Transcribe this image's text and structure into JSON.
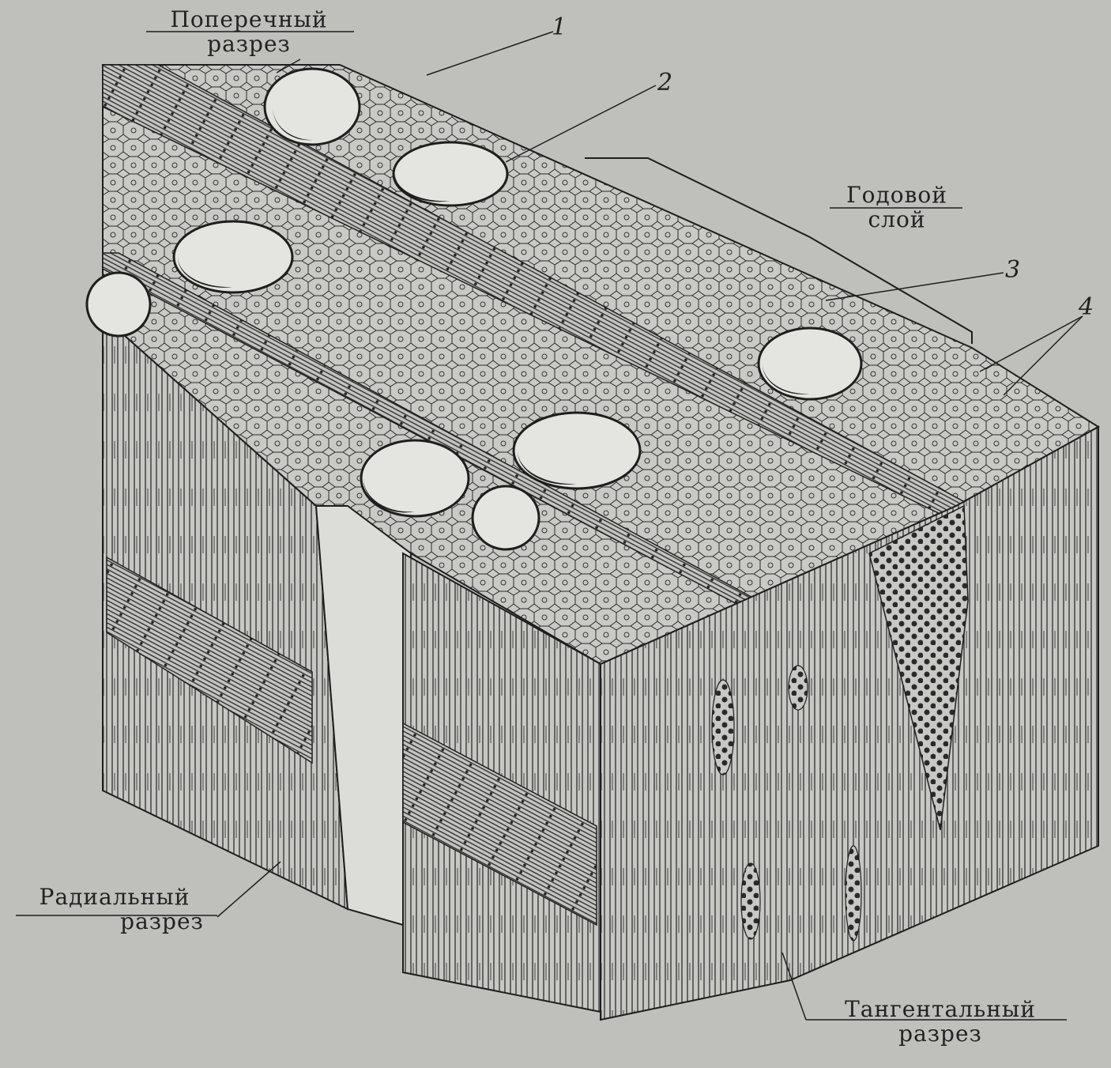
{
  "labels": {
    "cross_section": [
      "Поперечный",
      "разрез"
    ],
    "annual_layer": [
      "Годовой",
      "слой"
    ],
    "radial_section": [
      "Радиальный",
      "разрез"
    ],
    "tangential_section": [
      "Тангентальный",
      "разрез"
    ],
    "n1": "1",
    "n2": "2",
    "n3": "3",
    "n4": "4"
  },
  "colors": {
    "background": "#bfc0bc",
    "ink": "#1e1e1e",
    "cell_fill": "#cfd0cc"
  }
}
